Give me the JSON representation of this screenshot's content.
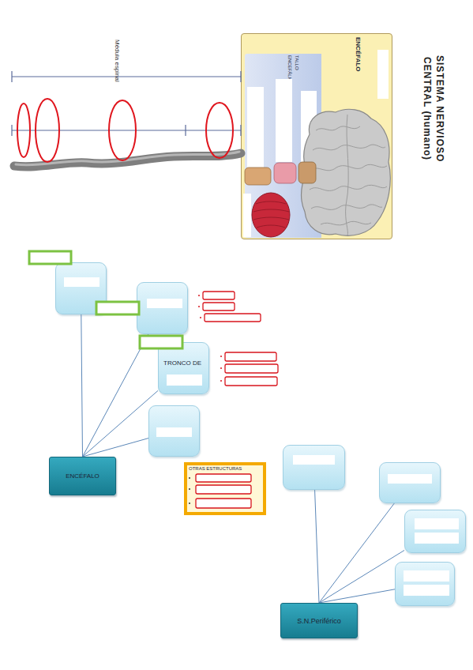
{
  "diagram": {
    "title": "SISTEMA NERVIOSO CENTRAL (humano)",
    "nodes": [
      {
        "text": [
          "ENCÉFALO"
        ]
      },
      {
        "text": [
          "TALLO ENCEFÁLICO"
        ],
        "in": 0
      },
      {
        "text": []
      },
      {
        "text": []
      },
      {
        "text": [
          "TRONCO DE"
        ]
      },
      {
        "text": []
      },
      {
        "text": [
          "ENCÉFALO"
        ]
      },
      {
        "text": [
          "OTRAS ESTRUCTURAS"
        ]
      },
      {
        "text": []
      },
      {
        "text": []
      },
      {
        "text": []
      },
      {
        "text": []
      },
      {
        "text": [
          "S.N.Periférico"
        ]
      }
    ],
    "edges": [
      {
        "from": 6,
        "to": 2,
        "arrow": "none"
      },
      {
        "from": 6,
        "to": 3,
        "arrow": "none"
      },
      {
        "from": 6,
        "to": 4,
        "arrow": "none"
      },
      {
        "from": 6,
        "to": 5,
        "arrow": "none"
      },
      {
        "from": 12,
        "to": 8,
        "arrow": "none"
      },
      {
        "from": 12,
        "to": 9,
        "arrow": "none"
      },
      {
        "from": 12,
        "to": 10,
        "arrow": "none"
      },
      {
        "from": 12,
        "to": 11,
        "arrow": "none"
      }
    ],
    "labels": [
      "Médula espinal"
    ]
  }
}
